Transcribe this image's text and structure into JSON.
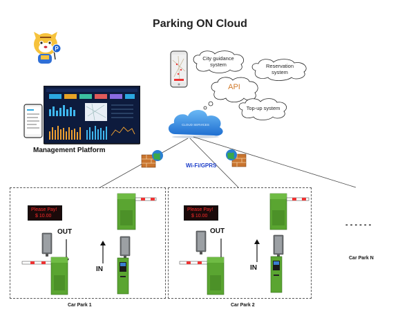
{
  "title": "Parking ON Cloud",
  "management_label": "Management Platform",
  "cloud_label": "CLOUD SERVICES",
  "network_label": "Wi-Fi/GPRS",
  "api_label": "API",
  "thoughts": {
    "city": "City guidance system",
    "reservation": "Reservation system",
    "topup": "Top-up system"
  },
  "car_parks": [
    {
      "name": "Car Park 1",
      "sign_line1": "Please Pay!",
      "sign_line2": "$ 10.00",
      "out_label": "OUT",
      "in_label": "IN"
    },
    {
      "name": "Car Park 2",
      "sign_line1": "Please Pay!",
      "sign_line2": "$ 10.00",
      "out_label": "OUT",
      "in_label": "IN"
    }
  ],
  "car_park_n": "Car Park N",
  "ellipsis": "- - - - - -",
  "colors": {
    "cloud": "#2f8de4",
    "api_text": "#d07a2a",
    "network_text": "#1a3cc8",
    "gate_green": "#5aa531",
    "sign_text": "#ff2a2a"
  }
}
